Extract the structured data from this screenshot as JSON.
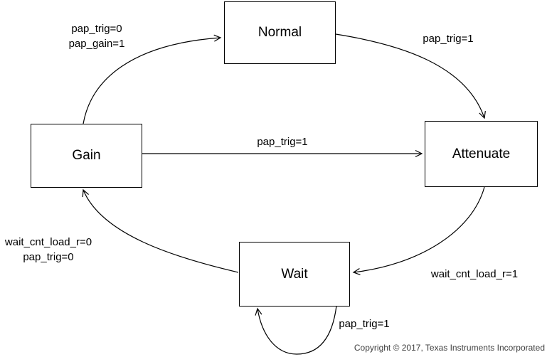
{
  "diagram": {
    "states": [
      {
        "id": "normal",
        "label": "Normal"
      },
      {
        "id": "gain",
        "label": "Gain"
      },
      {
        "id": "attenuate",
        "label": "Attenuate"
      },
      {
        "id": "wait",
        "label": "Wait"
      }
    ],
    "transitions": [
      {
        "from": "gain",
        "to": "normal",
        "label": "pap_trig=0\npap_gain=1"
      },
      {
        "from": "normal",
        "to": "attenuate",
        "label": "pap_trig=1"
      },
      {
        "from": "gain",
        "to": "attenuate",
        "label": "pap_trig=1"
      },
      {
        "from": "attenuate",
        "to": "wait",
        "label": "wait_cnt_load_r=1"
      },
      {
        "from": "wait",
        "to": "gain",
        "label": "wait_cnt_load_r=0\npap_trig=0"
      },
      {
        "from": "wait",
        "to": "wait",
        "label": "pap_trig=1"
      }
    ],
    "colors": {
      "line": "#000000",
      "box_fill": "#ffffff",
      "text": "#000000",
      "copyright_text": "#3f3f3f"
    }
  },
  "footer": {
    "copyright": "Copyright © 2017, Texas Instruments Incorporated"
  }
}
